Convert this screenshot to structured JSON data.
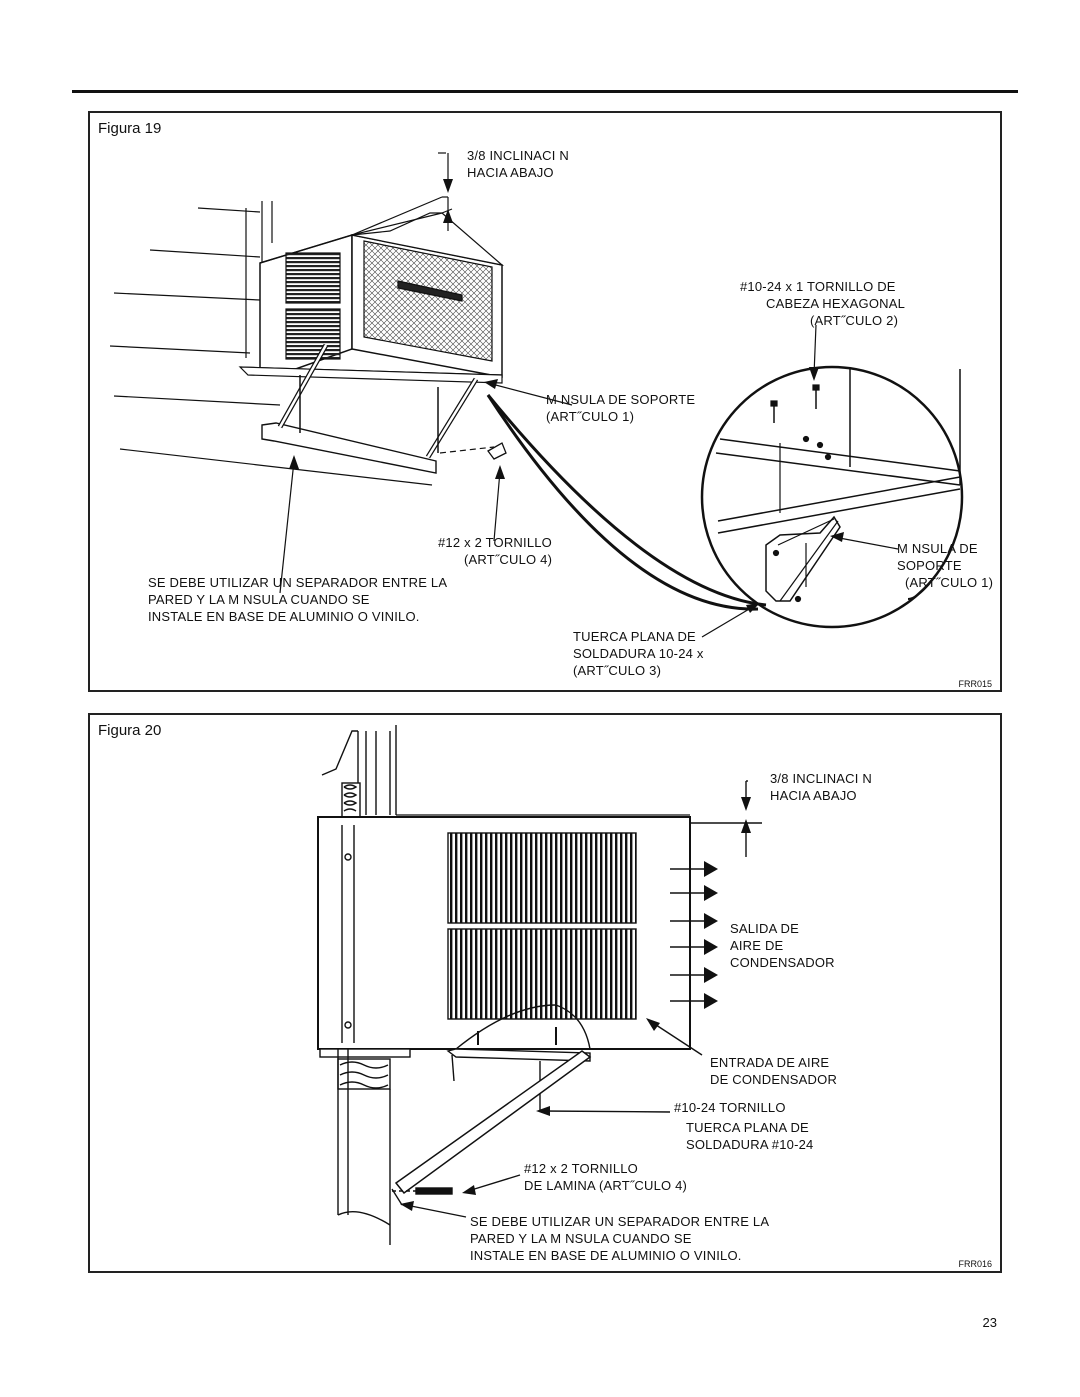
{
  "figure19": {
    "title": "Figura 19",
    "tilt_label": [
      "3/8  INCLINACI N",
      "HACIA ABAJO"
    ],
    "screw_head_label": [
      "#10-24 x 1  TORNILLO DE",
      "CABEZA HEXAGONAL",
      "(ART˝CULO 2)"
    ],
    "bracket_label": [
      "M NSULA DE SOPORTE",
      "(ART˝CULO 1)"
    ],
    "screw12_label": [
      "#12 x 2  TORNILLO",
      "(ART˝CULO 4)"
    ],
    "bracket_detail_label": [
      "M NSULA DE",
      "SOPORTE",
      "(ART˝CULO 1)"
    ],
    "spacer_note": [
      "SE DEBE UTILIZAR UN SEPARADOR ENTRE LA",
      "PARED Y LA M NSULA CUANDO SE",
      "INSTALE EN BASE DE ALUMINIO O VINILO."
    ],
    "nut_label": [
      "TUERCA PLANA DE",
      "SOLDADURA 10-24 x",
      "(ART˝CULO 3)"
    ],
    "code": "FRR015"
  },
  "figure20": {
    "title": "Figura 20",
    "tilt_label": [
      "3/8  INCLINACI N",
      "HACIA ABAJO"
    ],
    "outlet_label": [
      "SALIDA DE",
      "AIRE DE",
      "CONDENSADOR"
    ],
    "inlet_label": [
      "ENTRADA DE AIRE",
      "DE CONDENSADOR"
    ],
    "screw_label": "#10-24 TORNILLO",
    "nut_label": [
      "TUERCA PLANA DE",
      "SOLDADURA #10-24"
    ],
    "screw12_label": [
      "#12 x 2  TORNILLO",
      "DE LAMINA  (ART˝CULO 4)"
    ],
    "spacer_note": [
      "SE DEBE UTILIZAR UN SEPARADOR ENTRE LA",
      "PARED Y LA M NSULA CUANDO SE",
      "INSTALE EN BASE DE ALUMINIO O VINILO."
    ],
    "code": "FRR016"
  },
  "page_number": "23"
}
